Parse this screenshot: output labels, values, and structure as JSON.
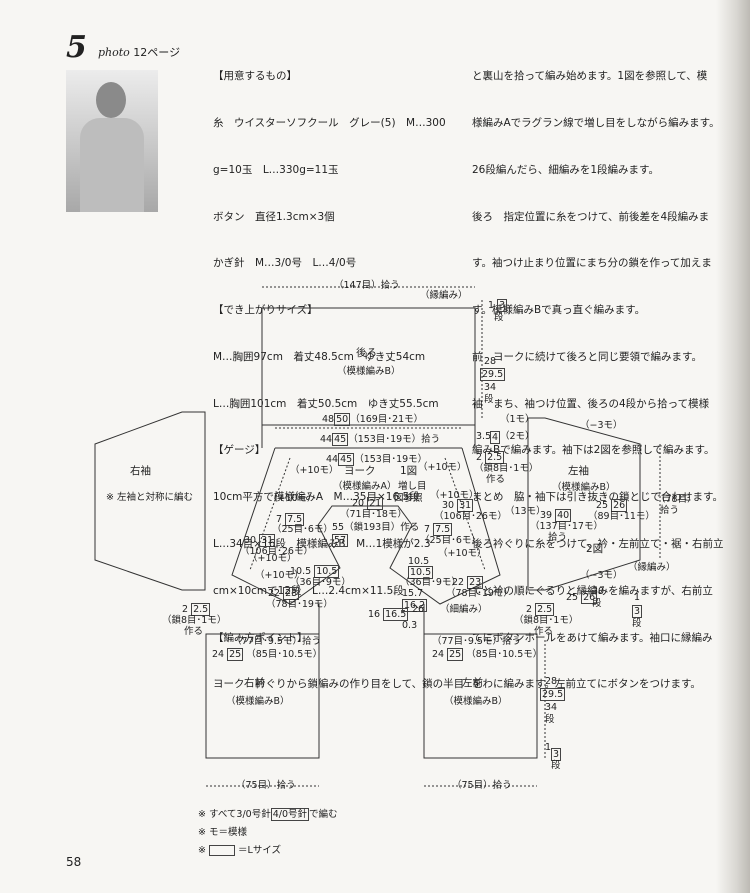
{
  "header": {
    "pattern_number": "5",
    "photo_ref": "photo",
    "photo_page": "12ページ"
  },
  "materials_column": [
    "【用意するもの】",
    "糸　ウイスターソフクール　グレー(5)　M…300",
    "g=10玉　L…330g=11玉",
    "ボタン　直径1.3cm×3個",
    "かぎ針　M…3/0号　L…4/0号",
    "【でき上がりサイズ】",
    "M…胸囲97cm　着丈48.5cm　ゆき丈54cm",
    "L…胸囲101cm　着丈50.5cm　ゆき丈55.5cm",
    "【ゲージ】",
    "10cm平方で模様編みA　M…35目×16.5段",
    "L…34目×16段　模様編みB　M…1模様が2.3",
    "cm×10cmで12段　L…2.4cm×11.5段",
    "【編み方ポイント】",
    "ヨーク　衿ぐりから鎖編みの作り目をして、鎖の半目"
  ],
  "instructions_column": [
    "と裏山を拾って編み始めます。1図を参照して、模",
    "様編みAでラグラン線で増し目をしながら編みます。",
    "26段編んだら、細編みを1段編みます。",
    "後ろ　指定位置に糸をつけて、前後差を4段編みま",
    "す。袖つけ止まり位置にまち分の鎖を作って加えま",
    "す。模様編みBで真っ直ぐ編みます。",
    "前　ヨークに続けて後ろと同じ要領で編みます。",
    "袖　まち、袖つけ位置、後ろの4段から拾って模様",
    "編みBで編みます。袖下は2図を参照して編みます。",
    "まとめ　脇・袖下は引き抜きの鎖とじで合わせます。",
    "後ろ衿ぐりに糸をつけて、衿・左前立て・裾・右前立",
    "てと衿の順にぐるりと縁編みを編みますが、右前立",
    "てにボタンホールをあけて編みます。袖口に縁編み",
    "をわに編みます。左前立てにボタンをつけます。"
  ],
  "diagram_labels": {
    "back_top": "（147目）拾う",
    "edging1": "（縁編み）",
    "back_title": "後ろ",
    "back_pattern": "（模様編みB）",
    "back_l1": "1",
    "back_l1b": "3",
    "back_l1c": "段",
    "back_l2": "28",
    "back_l2b": "29.5",
    "back_l2c": "34",
    "back_l2d": "段",
    "w48": "48",
    "w50": "50",
    "w169": "（169目･21モ）",
    "w44a": "44",
    "w45a": "45",
    "w153": "（153目･19モ）拾う",
    "w44b": "44",
    "w45b": "45",
    "w153b": "（153目･19モ）",
    "yoke_title": "ヨーク",
    "yoke_pattern": "（模様編みA）",
    "fig1a": "1図",
    "fig1b": "増し目",
    "fig1c": "図参照",
    "plus10": "（+10モ）",
    "w20": "20",
    "w21": "21",
    "w71": "（71目･18モ）",
    "w55": "55（鎖193目）作る",
    "w57": "57",
    "w7a": "7",
    "w75a": "7.5",
    "w25": "（25目･6モ）",
    "w30": "30",
    "w31": "31",
    "w106": "（106目･26モ）",
    "w105": "10.5",
    "w36": "（36目･9モ）",
    "w22": "22",
    "w23": "23",
    "w78": "（78目･19モ）",
    "w16": "16",
    "w165": "16.5",
    "w157": "15.7",
    "w162": "16.2",
    "w26": "26",
    "w03": "0.3",
    "shosaihen": "（細編み）",
    "w35": "3.5",
    "w4": "4",
    "w2dan": "（2モ）",
    "w1mo": "（1モ）",
    "w2": "2",
    "w25b": "2.5",
    "chain81": "（鎖8目･1モ）",
    "chain81b": "作る",
    "rsleeve": "右袖",
    "rsleeve_note": "※ 左袖と対称に編む",
    "lsleeve": "左袖",
    "lsleeve_pattern": "（模様編みB）",
    "minus3a": "（−3モ）",
    "minus3b": "（−3モ）",
    "w13": "（13モ）",
    "w39": "39",
    "w40": "40",
    "w137": "（137目･17モ）",
    "w137b": "拾う",
    "w78s": "（78目）",
    "w78sb": "拾う",
    "w25s": "25",
    "w26s": "26",
    "w89": "（89目･11モ）",
    "fig2": "2図",
    "edging2": "（縁編み）",
    "w2526": "25",
    "w26b": "26",
    "w30dan": "30",
    "w31dan": "段",
    "w1": "1",
    "w3": "3",
    "w3dan": "段",
    "rfront": "右前",
    "rfront_pattern": "（模様編みB）",
    "lfront": "左前",
    "lfront_pattern": "（模様編みB）",
    "w77": "（77目･9.5モ）拾う",
    "w24": "24",
    "w25c": "25",
    "w85": "（85目･10.5モ）",
    "w75": "（75目）拾う",
    "l28": "28",
    "l295": "29.5",
    "l34": "34",
    "ldan": "段",
    "l1": "1",
    "l3": "3",
    "ldan2": "段"
  },
  "footer": [
    "※ すべて3/0号針",
    "4/0号針",
    "で編む",
    "※ モ＝模様",
    "※",
    "＝Lサイズ"
  ],
  "page_number": "58"
}
